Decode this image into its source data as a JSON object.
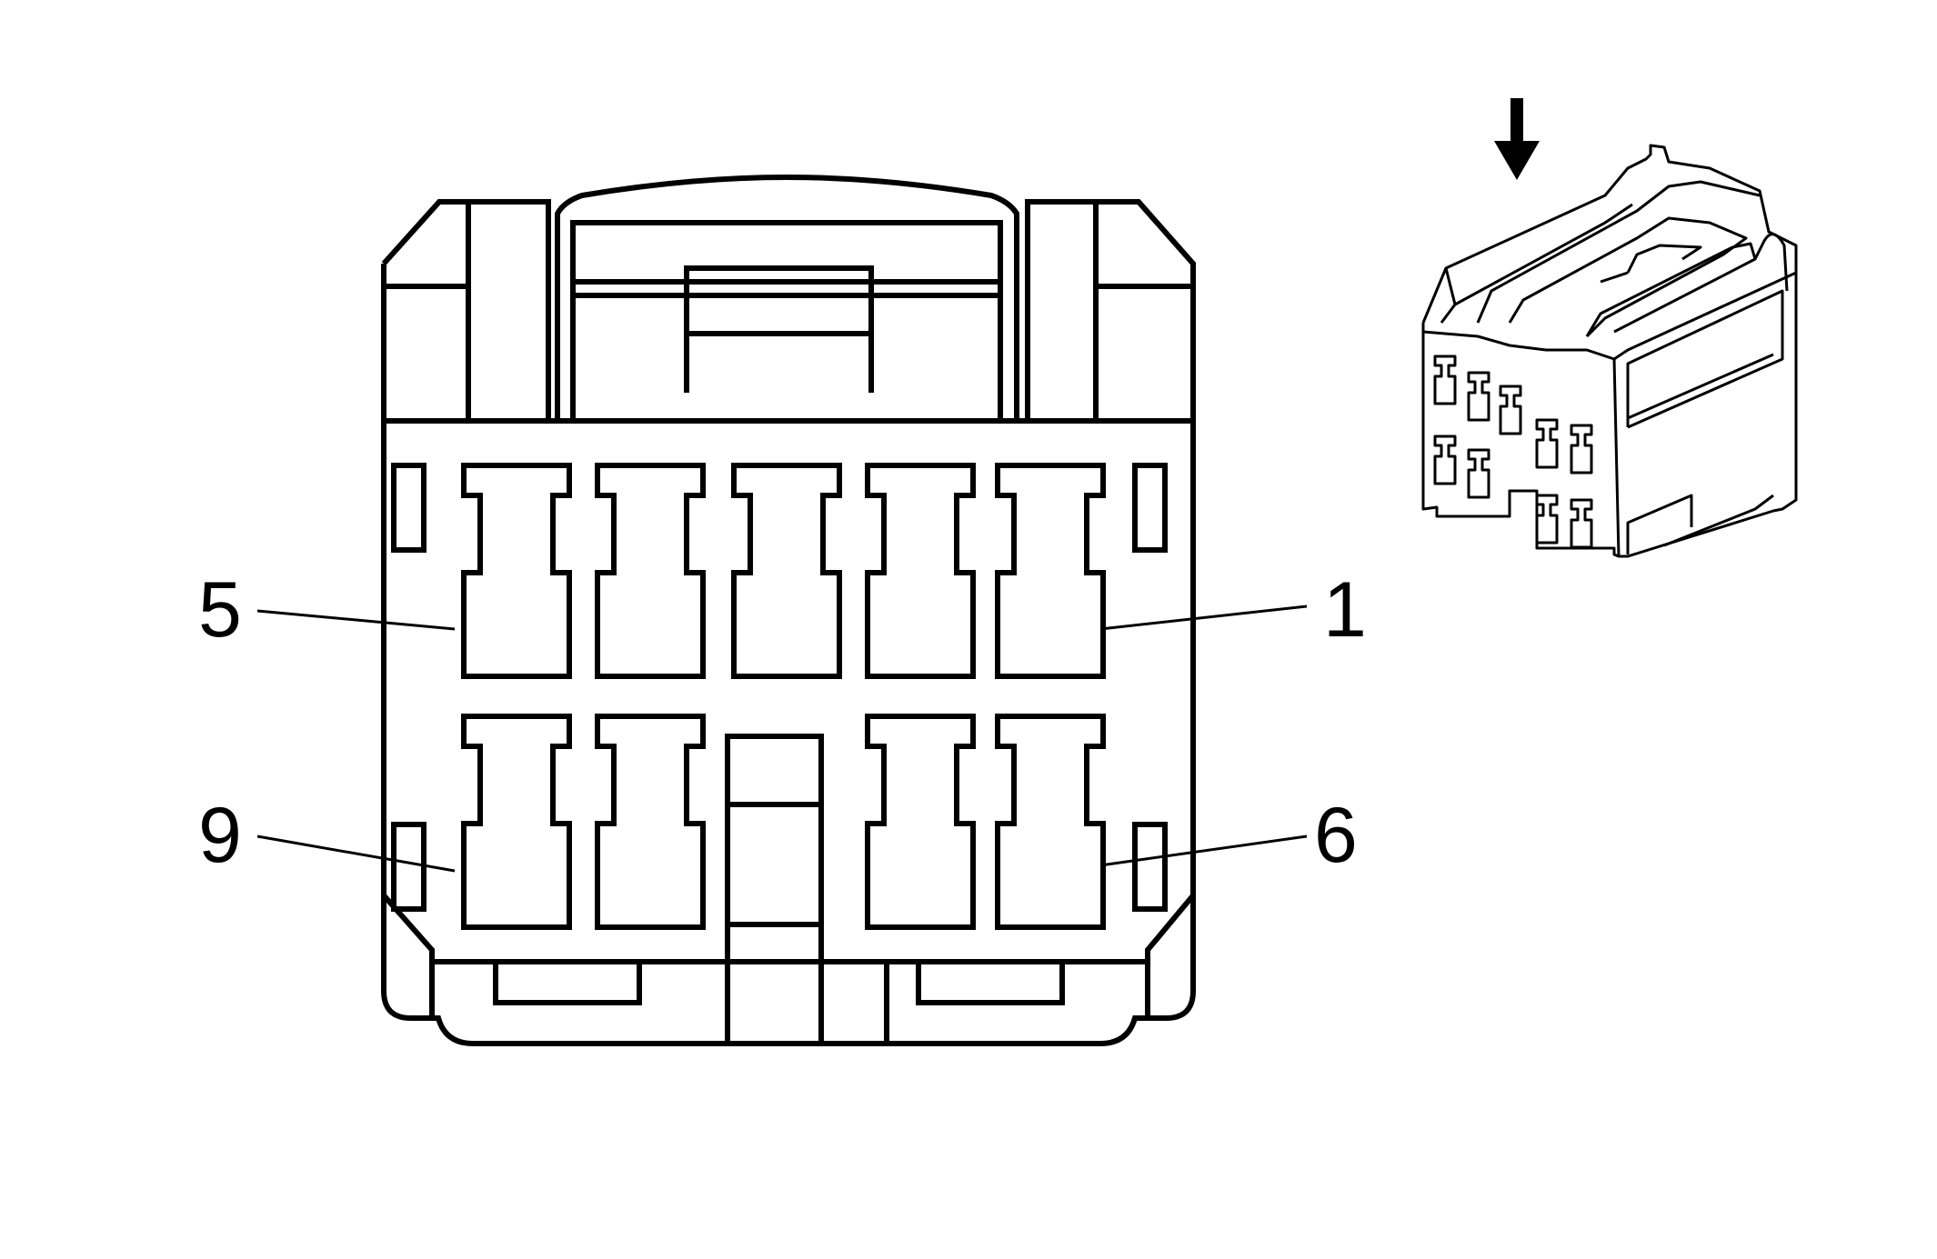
{
  "pin_labels": {
    "pin1": "1",
    "pin5": "5",
    "pin6": "6",
    "pin9": "9"
  },
  "colors": {
    "line": "#000000",
    "background": "#ffffff"
  },
  "icons": {
    "view_arrow": "down-arrow-icon"
  }
}
